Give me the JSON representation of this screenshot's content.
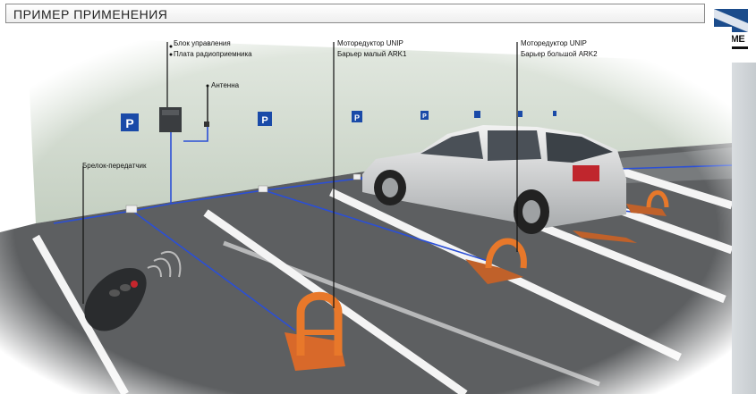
{
  "header": {
    "title": "ПРИМЕР ПРИМЕНЕНИЯ"
  },
  "logo": {
    "text": "CAME"
  },
  "labels": {
    "control_unit_line1": "Блок управления",
    "control_unit_line2": "Плата радиоприемника",
    "antenna": "Антенна",
    "motor_small_line1": "Моторедуктор UNIP",
    "motor_small_line2": "Барьер малый ARK1",
    "motor_large_line1": "Моторедуктор UNIP",
    "motor_large_line2": "Барьер большой ARK2",
    "remote": "Брелок-передатчик"
  },
  "parking_sign": "P",
  "colors": {
    "asphalt": "#5d5f61",
    "wall": "#cfd8cc",
    "cable": "#2b4fd6",
    "barrier": "#e8782a",
    "sign": "#1a4aa8"
  }
}
